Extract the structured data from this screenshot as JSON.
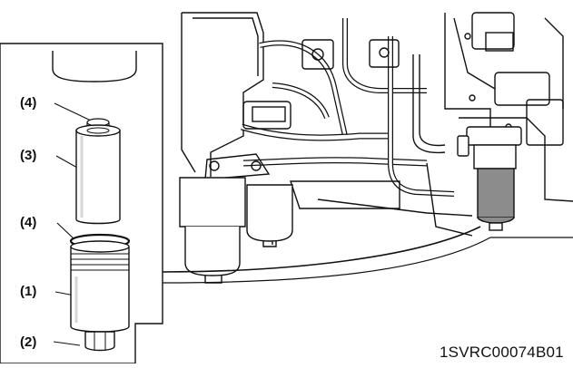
{
  "callouts": {
    "seal_top": "(4)",
    "element": "(3)",
    "seal_bowl": "(4)",
    "bowl": "(1)",
    "drain_plug": "(2)"
  },
  "figure_id": "1SVRC00074B01",
  "colors": {
    "line": "#111111",
    "panel_bg": "#ffffff",
    "engine_shade": "#8c8c8c",
    "filter_shade": "#d6d6d6"
  }
}
